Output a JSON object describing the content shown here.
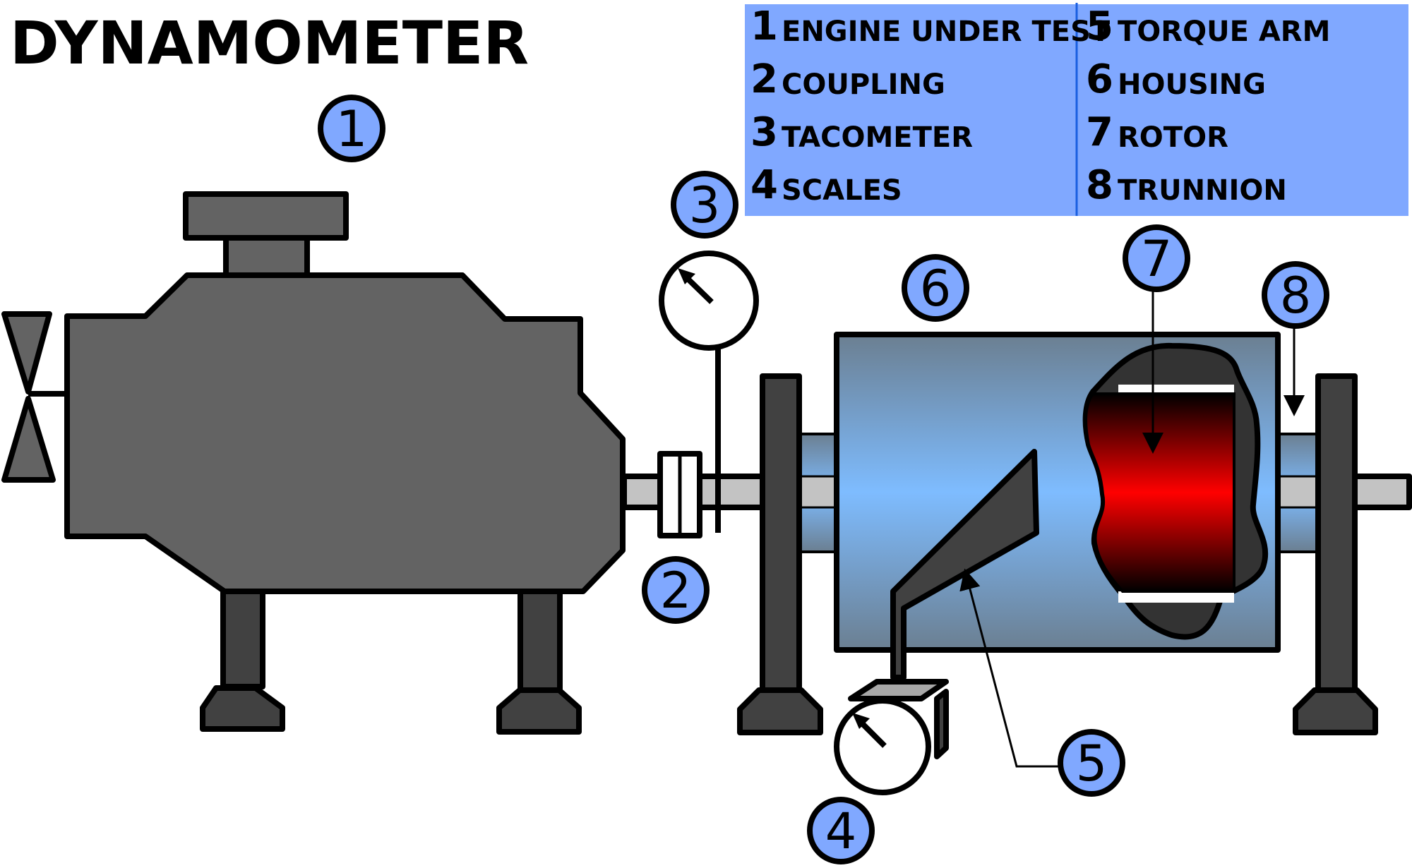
{
  "title": "DYNAMOMETER",
  "colors": {
    "engine": "#636363",
    "dark_part": "#414141",
    "shaft": "#c3c3c3",
    "callout_fill": "#80a8ff",
    "legend_bg": "#80a8ff",
    "legend_divider": "#1a5fe0",
    "housing_edge": "#6b7f91",
    "housing_center": "#7ebcff",
    "rotor_center": "#ff0000"
  },
  "legend": {
    "left": [
      {
        "number": "1",
        "label": "ENGINE UNDER TEST"
      },
      {
        "number": "2",
        "label": "COUPLING"
      },
      {
        "number": "3",
        "label": "TACOMETER"
      },
      {
        "number": "4",
        "label": "SCALES"
      }
    ],
    "right": [
      {
        "number": "5",
        "label": "TORQUE ARM"
      },
      {
        "number": "6",
        "label": "HOUSING"
      },
      {
        "number": "7",
        "label": "ROTOR"
      },
      {
        "number": "8",
        "label": "TRUNNION"
      }
    ]
  },
  "callouts": {
    "c1": "1",
    "c2": "2",
    "c3": "3",
    "c4": "4",
    "c5": "5",
    "c6": "6",
    "c7": "7",
    "c8": "8"
  }
}
